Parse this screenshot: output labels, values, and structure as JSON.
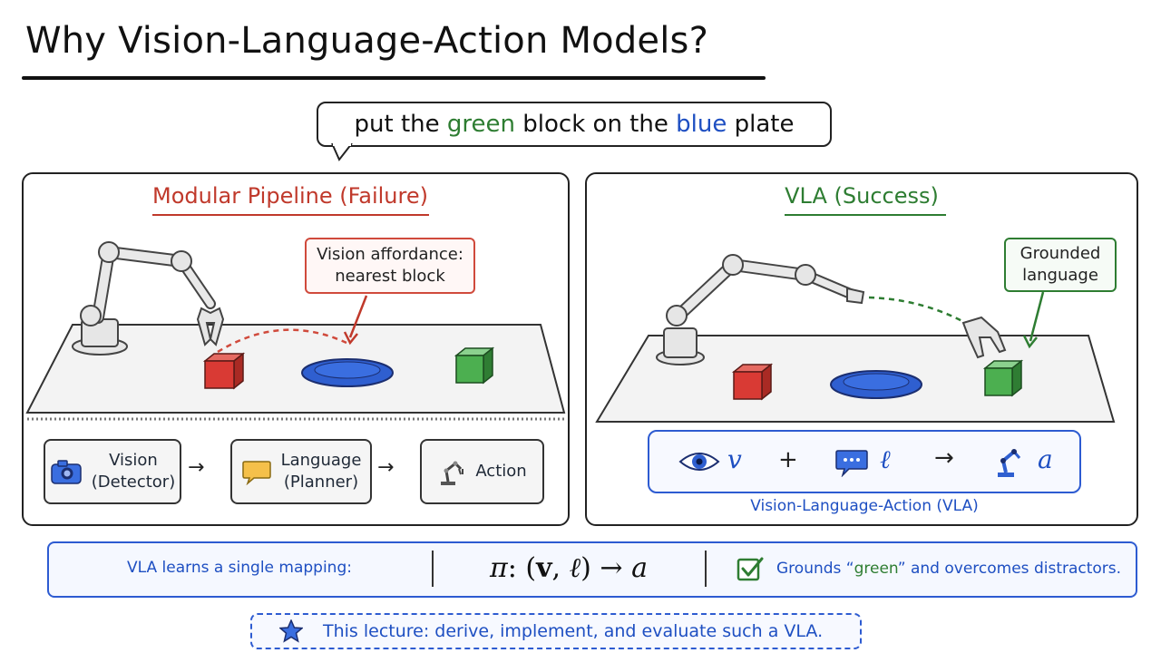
{
  "title": "Why Vision-Language-Action Models?",
  "command": {
    "pre": "put the ",
    "green_word": "green",
    "mid": " block on the ",
    "blue_word": "blue",
    "post": " plate"
  },
  "modular_panel": {
    "title_main": "Modular Pipeline",
    "title_paren": "(Failure)",
    "callout": {
      "line1": "Vision affordance:",
      "line2": "nearest block"
    },
    "pipeline": {
      "vision": {
        "line1": "Vision",
        "line2": "(Detector)"
      },
      "language": {
        "line1": "Language",
        "line2": "(Planner)"
      },
      "action": {
        "label": "Action"
      },
      "arrow": "→"
    }
  },
  "vla_panel": {
    "title": "VLA (Success)",
    "callout": {
      "line1": "Grounded",
      "line2": "language"
    },
    "equation": {
      "v": "v",
      "plus": "+",
      "l": "ℓ",
      "arrow": "→",
      "a": "a"
    },
    "label": "Vision-Language-Action (VLA)"
  },
  "summary": {
    "left": "VLA learns a single mapping:",
    "formula": {
      "pi": "π",
      "colon": ":",
      "open": "(",
      "v": "v",
      "comma": ",",
      "l": "ℓ",
      "close": ")",
      "arrow": "→",
      "a": "a"
    },
    "right_pre": "Grounds “",
    "right_green": "green",
    "right_post": "” and overcomes distractors."
  },
  "lecture": "This lecture: derive, implement, and evaluate such a VLA.",
  "colors": {
    "failure_red": "#c0392b",
    "success_green": "#2e7d32",
    "accent_blue": "#1e4fc2",
    "block_red": "#d93a34",
    "block_green": "#4caf50",
    "plate_blue": "#2f5fd0"
  },
  "icons": [
    "camera-icon",
    "speech-bubble-icon",
    "robot-arm-icon",
    "eye-icon",
    "check-icon",
    "star-icon"
  ]
}
